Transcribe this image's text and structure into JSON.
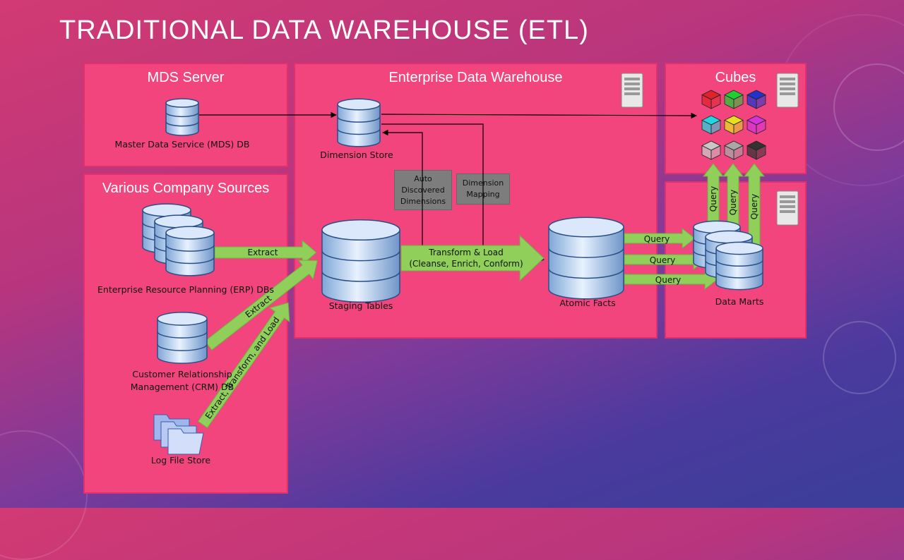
{
  "slide": {
    "title": "TRADITIONAL DATA WAREHOUSE (ETL)"
  },
  "panels": {
    "mds": {
      "title": "MDS Server",
      "db_label": "Master Data Service (MDS) DB"
    },
    "sources": {
      "title": "Various Company Sources",
      "erp_label": "Enterprise Resource Planning (ERP) DBs",
      "crm_label": "Customer Relationship Management (CRM) DB",
      "log_label": "Log File Store"
    },
    "edw": {
      "title": "Enterprise Data Warehouse",
      "dimension_store": "Dimension Store",
      "staging": "Staging Tables",
      "atomic": "Atomic Facts",
      "auto_dims": "Auto Discovered Dimensions",
      "dim_mapping": "Dimension Mapping"
    },
    "cubes": {
      "title": "Cubes"
    },
    "marts": {
      "label": "Data Marts"
    }
  },
  "arrows": {
    "extract_erp": "Extract",
    "extract_crm": "Extract",
    "etl_log": "Extract, Transform, and Load",
    "transform_line1": "Transform & Load",
    "transform_line2": "(Cleanse, Enrich, Conform)",
    "query": "Query"
  },
  "colors": {
    "panel": "#f2457e",
    "arrow": "#8fcf5a",
    "cube_colors": [
      "#e0222a",
      "#22cc33",
      "#2233cc",
      "#22d6e0",
      "#e6e020",
      "#d533d8",
      "#c8c8c8",
      "#a8a8a8",
      "#333333"
    ]
  }
}
